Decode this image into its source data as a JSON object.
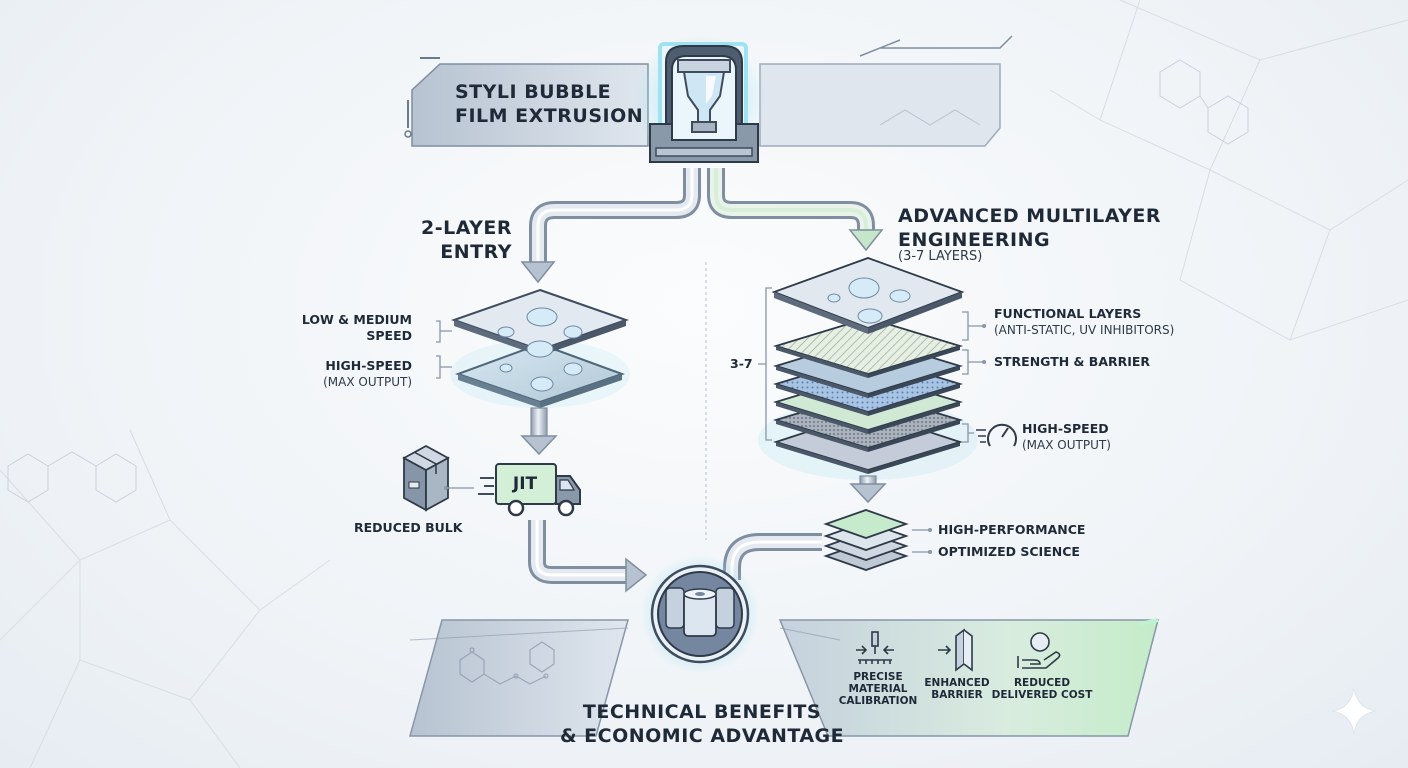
{
  "header": {
    "title_line1": "STYLI BUBBLE",
    "title_line2": "FILM EXTRUSION"
  },
  "left_branch": {
    "title_line1": "2-LAYER",
    "title_line2": "ENTRY",
    "speed_low_line1": "LOW & MEDIUM",
    "speed_low_line2": "SPEED",
    "speed_high": "HIGH-SPEED",
    "speed_high_sub": "(MAX OUTPUT)",
    "jit_label": "JIT",
    "bulk_label": "REDUCED BULK"
  },
  "right_branch": {
    "title_line1": "ADVANCED MULTILAYER",
    "title_line2": "ENGINEERING",
    "title_sub": "(3-7 LAYERS)",
    "layer_count": "3-7",
    "functional": "FUNCTIONAL LAYERS",
    "functional_sub": "(ANTI-STATIC, UV INHIBITORS)",
    "strength": "STRENGTH & BARRIER",
    "high_speed": "HIGH-SPEED",
    "high_speed_sub": "(MAX OUTPUT)",
    "perf": "HIGH-PERFORMANCE",
    "science": "OPTIMIZED SCIENCE"
  },
  "footer": {
    "title_line1": "TECHNICAL BENEFITS",
    "title_line2": "& ECONOMIC ADVANTAGE",
    "benefits": [
      {
        "line1": "PRECISE",
        "line2": "MATERIAL",
        "line3": "CALIBRATION"
      },
      {
        "line1": "ENHANCED",
        "line2": "BARRIER",
        "line3": ""
      },
      {
        "line1": "REDUCED",
        "line2": "DELIVERED COST",
        "line3": ""
      }
    ]
  },
  "colors": {
    "slate": "#3e4c5e",
    "panel": "#c9d4e0",
    "glow": "#9fe3f2",
    "green": "#b9e6c6",
    "blue": "#9ec1e6",
    "text": "#1f2a38"
  },
  "icons": [
    "extruder-icon",
    "box-icon",
    "truck-icon",
    "film-roll-icon",
    "gauge-icon",
    "calibration-icon",
    "barrier-icon",
    "cost-hand-icon",
    "sparkle-icon"
  ]
}
